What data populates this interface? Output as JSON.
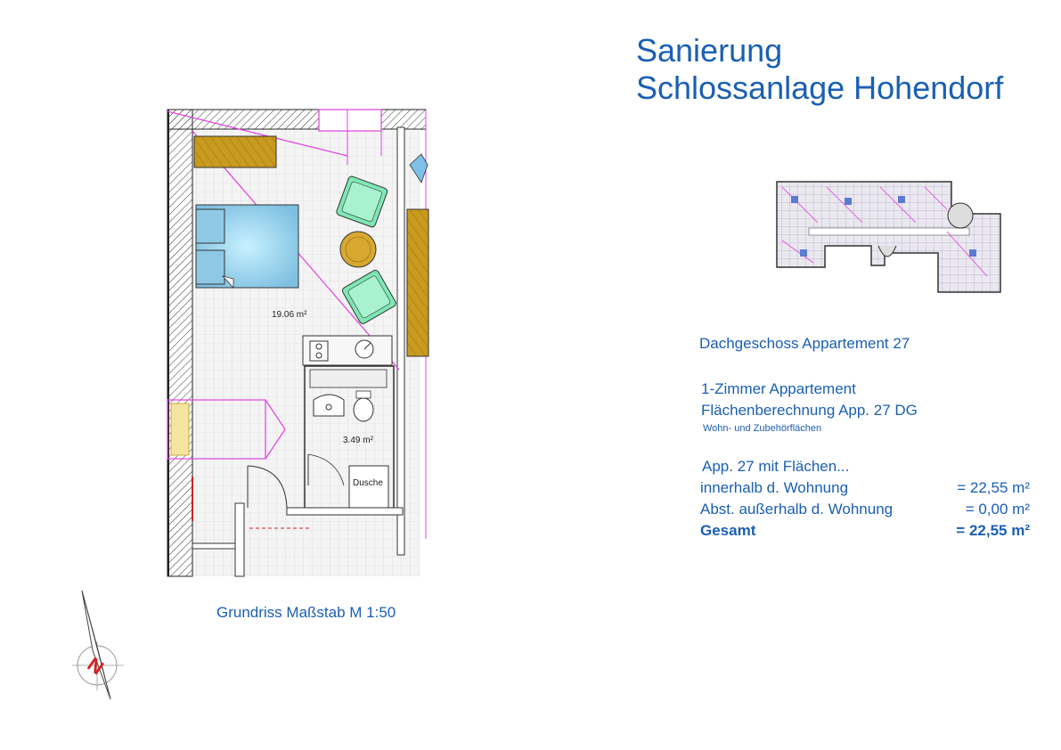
{
  "header": {
    "title_line1": "Sanierung",
    "title_line2": "Schlossanlage Hohendorf"
  },
  "info": {
    "apartment": "Dachgeschoss Appartement 27",
    "type": "1-Zimmer Appartement",
    "calculation": "Flächenberechnung App. 27 DG",
    "subtitle": "Wohn- und Zubehörflächen",
    "intro": "App. 27 mit Flächen...",
    "rows": [
      {
        "label": "innerhalb d. Wohnung",
        "value": "= 22,55 m²"
      },
      {
        "label": "Abst. außerhalb d. Wohnung",
        "value": "=   0,00 m²"
      },
      {
        "label": "Gesamt",
        "value": "= 22,55 m²"
      }
    ]
  },
  "plan": {
    "room_area": "19.06 m²",
    "bath_area": "3.49 m²",
    "shower_label": "Dusche",
    "scale_label": "Grundriss Maßstab M 1:50"
  },
  "compass": {
    "letter": "N"
  },
  "colors": {
    "title_blue": "#1a5fb4",
    "wall_magenta": "#e040e0",
    "furniture_gold": "#c89a1e",
    "chair_green": "#7de8b4",
    "bed_blue": "#9fd4ee"
  }
}
